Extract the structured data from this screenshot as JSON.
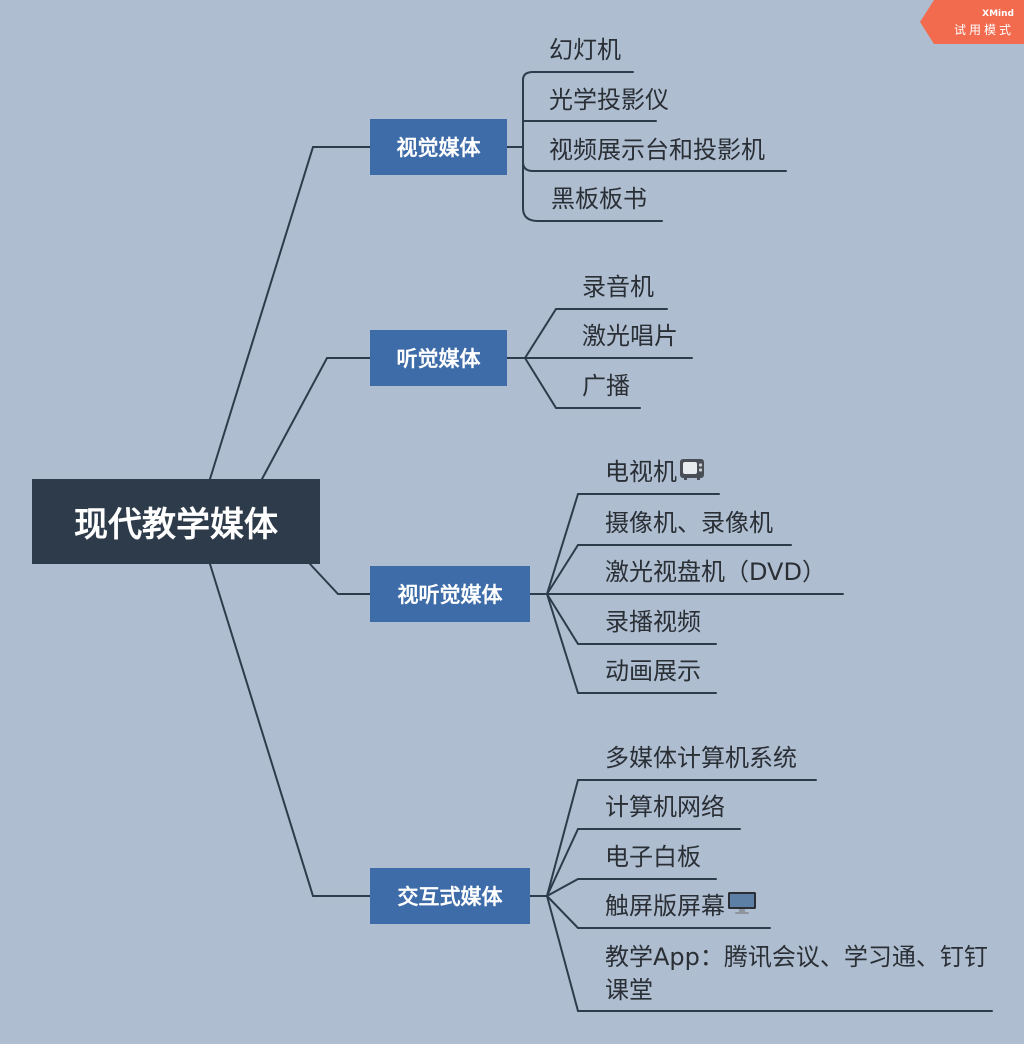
{
  "colors": {
    "background": "#aebdcf",
    "root_fill": "#2d3b4a",
    "branch_fill": "#3e6ca8",
    "connector": "#2d3b4a",
    "badge_fill": "#f26b4f"
  },
  "badge": {
    "line1": "XMind",
    "line2": "试用模式"
  },
  "root": {
    "label": "现代教学媒体"
  },
  "branches": [
    {
      "label": "视觉媒体",
      "children": [
        {
          "label": "幻灯机"
        },
        {
          "label": "光学投影仪"
        },
        {
          "label": "视频展示台和投影机"
        },
        {
          "label": "黑板板书"
        }
      ]
    },
    {
      "label": "听觉媒体",
      "children": [
        {
          "label": "录音机"
        },
        {
          "label": "激光唱片"
        },
        {
          "label": "广播"
        }
      ]
    },
    {
      "label": "视听觉媒体",
      "children": [
        {
          "label": "电视机",
          "icon": "television-icon"
        },
        {
          "label": "摄像机、录像机"
        },
        {
          "label": "激光视盘机（DVD）"
        },
        {
          "label": "录播视频"
        },
        {
          "label": "动画展示"
        }
      ]
    },
    {
      "label": "交互式媒体",
      "children": [
        {
          "label": "多媒体计算机系统"
        },
        {
          "label": "计算机网络"
        },
        {
          "label": "电子白板"
        },
        {
          "label": "触屏版屏幕",
          "icon": "computer-monitor-icon"
        },
        {
          "label": "教学App：腾讯会议、学习通、钉钉课堂"
        }
      ]
    }
  ]
}
